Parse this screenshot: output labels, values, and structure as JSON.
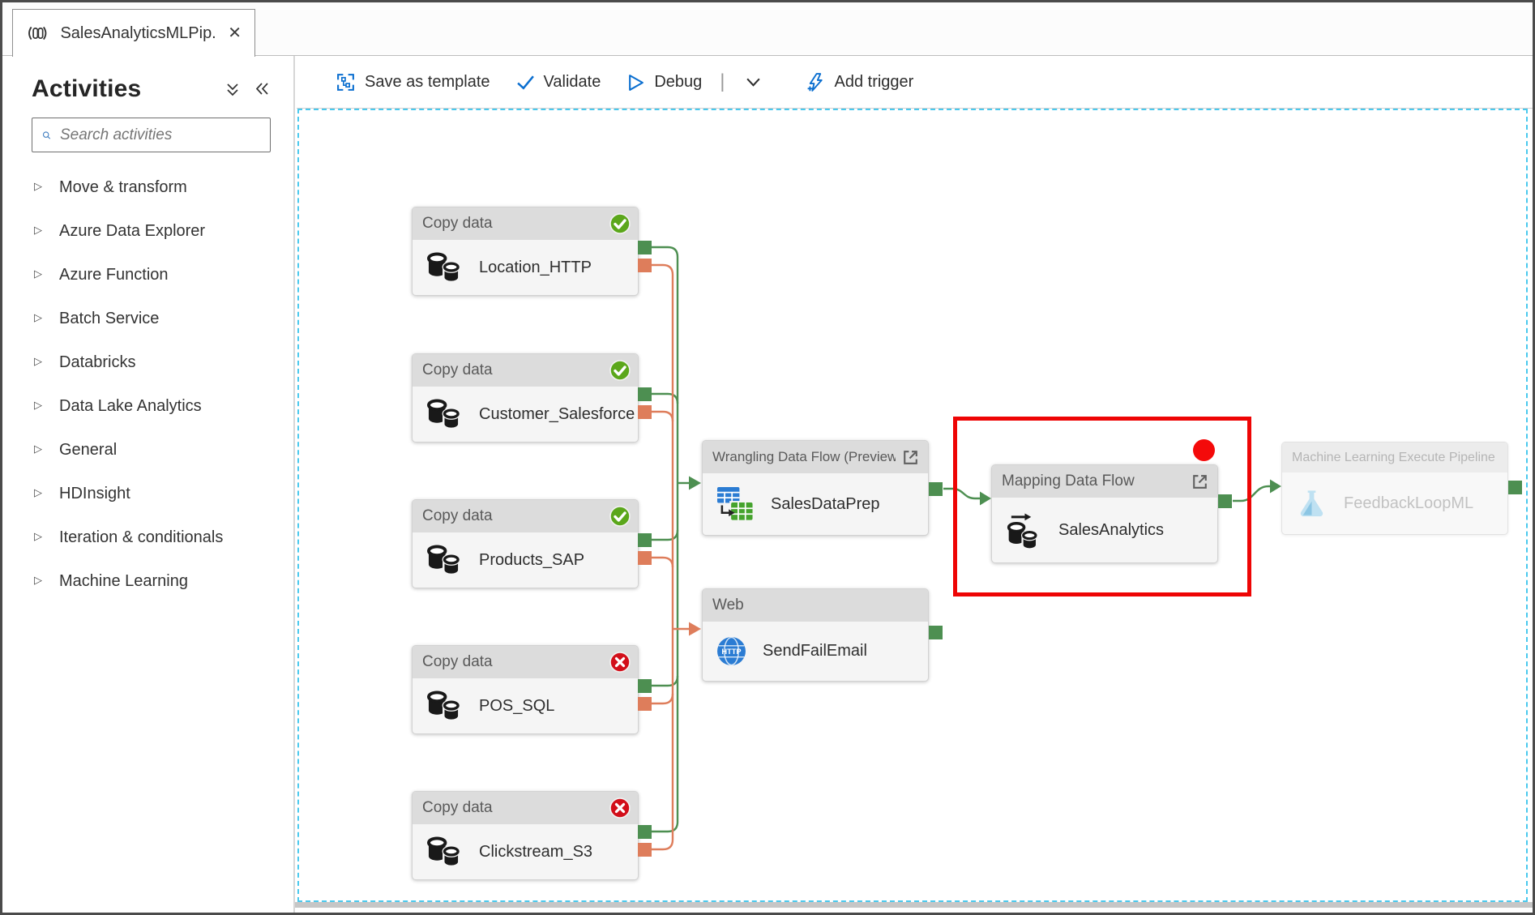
{
  "window": {
    "tab_title": "SalesAnalyticsMLPip...",
    "close_glyph": "✕"
  },
  "sidebar": {
    "title": "Activities",
    "search_placeholder": "Search activities",
    "expander_glyph": "▷",
    "items": [
      "Move & transform",
      "Azure Data Explorer",
      "Azure Function",
      "Batch Service",
      "Databricks",
      "Data Lake Analytics",
      "General",
      "HDInsight",
      "Iteration & conditionals",
      "Machine Learning"
    ]
  },
  "toolbar": {
    "save_as_template": "Save as template",
    "validate": "Validate",
    "debug": "Debug",
    "add_trigger": "Add trigger",
    "divider_glyph": "|"
  },
  "nodes": {
    "copy1": {
      "type": "Copy data",
      "name": "Location_HTTP",
      "status": "success"
    },
    "copy2": {
      "type": "Copy data",
      "name": "Customer_Salesforce",
      "status": "success"
    },
    "copy3": {
      "type": "Copy data",
      "name": "Products_SAP",
      "status": "success"
    },
    "copy4": {
      "type": "Copy data",
      "name": "POS_SQL",
      "status": "failed"
    },
    "copy5": {
      "type": "Copy data",
      "name": "Clickstream_S3",
      "status": "failed"
    },
    "wrangling": {
      "type": "Wrangling Data Flow (Preview",
      "name": "SalesDataPrep"
    },
    "web": {
      "type": "Web",
      "name": "SendFailEmail"
    },
    "mapping": {
      "type": "Mapping Data Flow",
      "name": "SalesAnalytics",
      "highlighted": true
    },
    "ml": {
      "type": "Machine Learning Execute Pipeline",
      "name": "FeedbackLoopML",
      "state": "disabled"
    }
  },
  "colors": {
    "accent_blue": "#0b6fd0",
    "success_green": "#5ba71b",
    "error_red": "#d20f1a",
    "connector_green": "#4d8f51",
    "connector_orange": "#de7d5b",
    "highlight_red": "#ee0505",
    "node_header_gray": "#dcdcdc",
    "canvas_dash_cyan": "#4ac9ee"
  }
}
